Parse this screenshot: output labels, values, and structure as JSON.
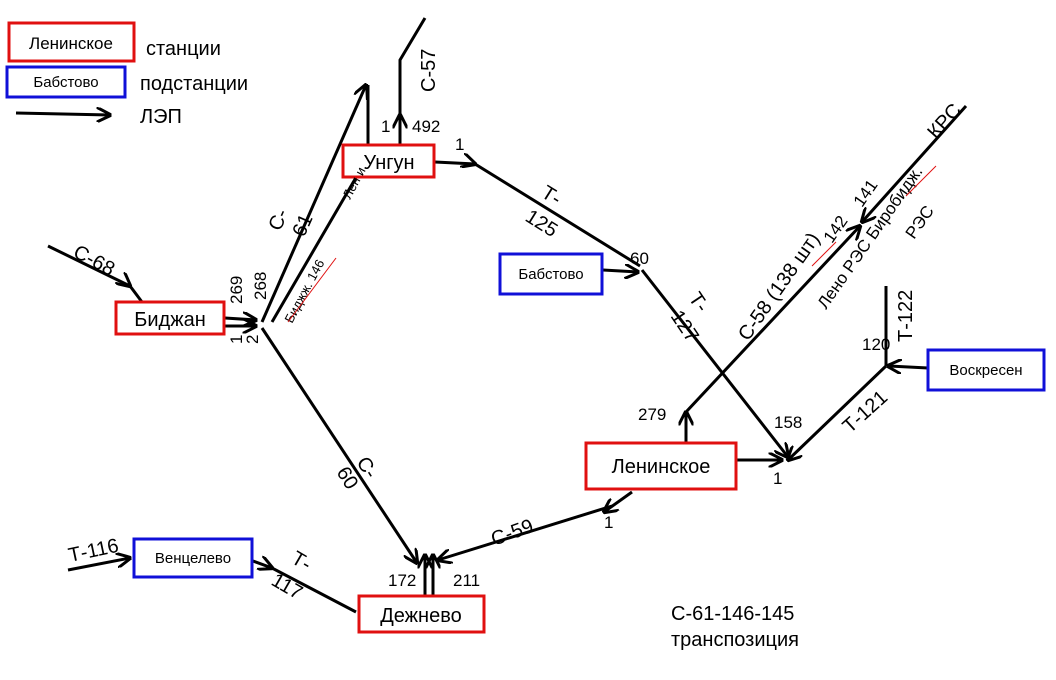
{
  "legend": {
    "station_box": "Ленинское",
    "station_label": "станции",
    "substation_box": "Бабстово",
    "substation_label": "подстанции",
    "line_label": "ЛЭП"
  },
  "stations": {
    "bidzhan": "Биджан",
    "ungun": "Унгун",
    "leninskoe": "Ленинское",
    "dezhnevo": "Дежнево"
  },
  "substations": {
    "babstovo": "Бабстово",
    "voskresen": "Воскресен",
    "ventselevo": "Венцелево"
  },
  "lines": {
    "s68": "С-68",
    "s61_top": "С-",
    "s61_bottom": "61",
    "s57": "С-57",
    "t125_top": "Т-",
    "t125_bottom": "125",
    "t127_top": "Т-",
    "t127_bottom": "127",
    "s58": "С-58 (138 шт)",
    "krs": "КРС",
    "leno_res": "Лено РЭС Биробидж.",
    "res": "РЭС",
    "t122": "Т-122",
    "t121": "Т-121",
    "s60_top": "С-",
    "s60_bottom": "60",
    "s59": "С-59",
    "t116": "Т-116",
    "t117_top": "Т-",
    "t117_bottom": "117",
    "bidzh_146": "Биджж. 146",
    "len_u": "Лен и"
  },
  "numbers": {
    "n269": "269",
    "n268": "268",
    "n1_bidzhan": "1",
    "n2_bidzhan": "2",
    "n1_s57": "1",
    "n492": "492",
    "n1_ungun": "1",
    "n60": "60",
    "n141": "141",
    "n142": "142",
    "n120": "120",
    "n279": "279",
    "n158": "158",
    "n1_lenin": "1",
    "n1_s59": "1",
    "n172": "172",
    "n211": "211"
  },
  "note": {
    "line1": "С-61-146-145",
    "line2": "транспозиция"
  },
  "colors": {
    "station_border": "#e01010",
    "substation_border": "#1010d8",
    "line": "#000000"
  }
}
